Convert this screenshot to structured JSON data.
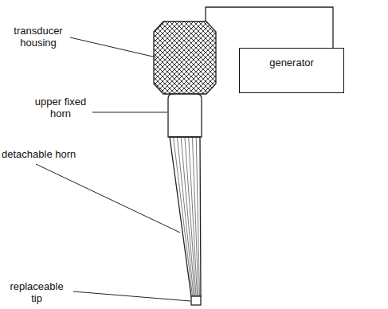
{
  "diagram": {
    "nodes": [
      {
        "text": [
          "generator"
        ]
      }
    ],
    "labels": [
      "transducer housing",
      "upper fixed horn",
      "detachable horn",
      "replaceable tip"
    ]
  }
}
